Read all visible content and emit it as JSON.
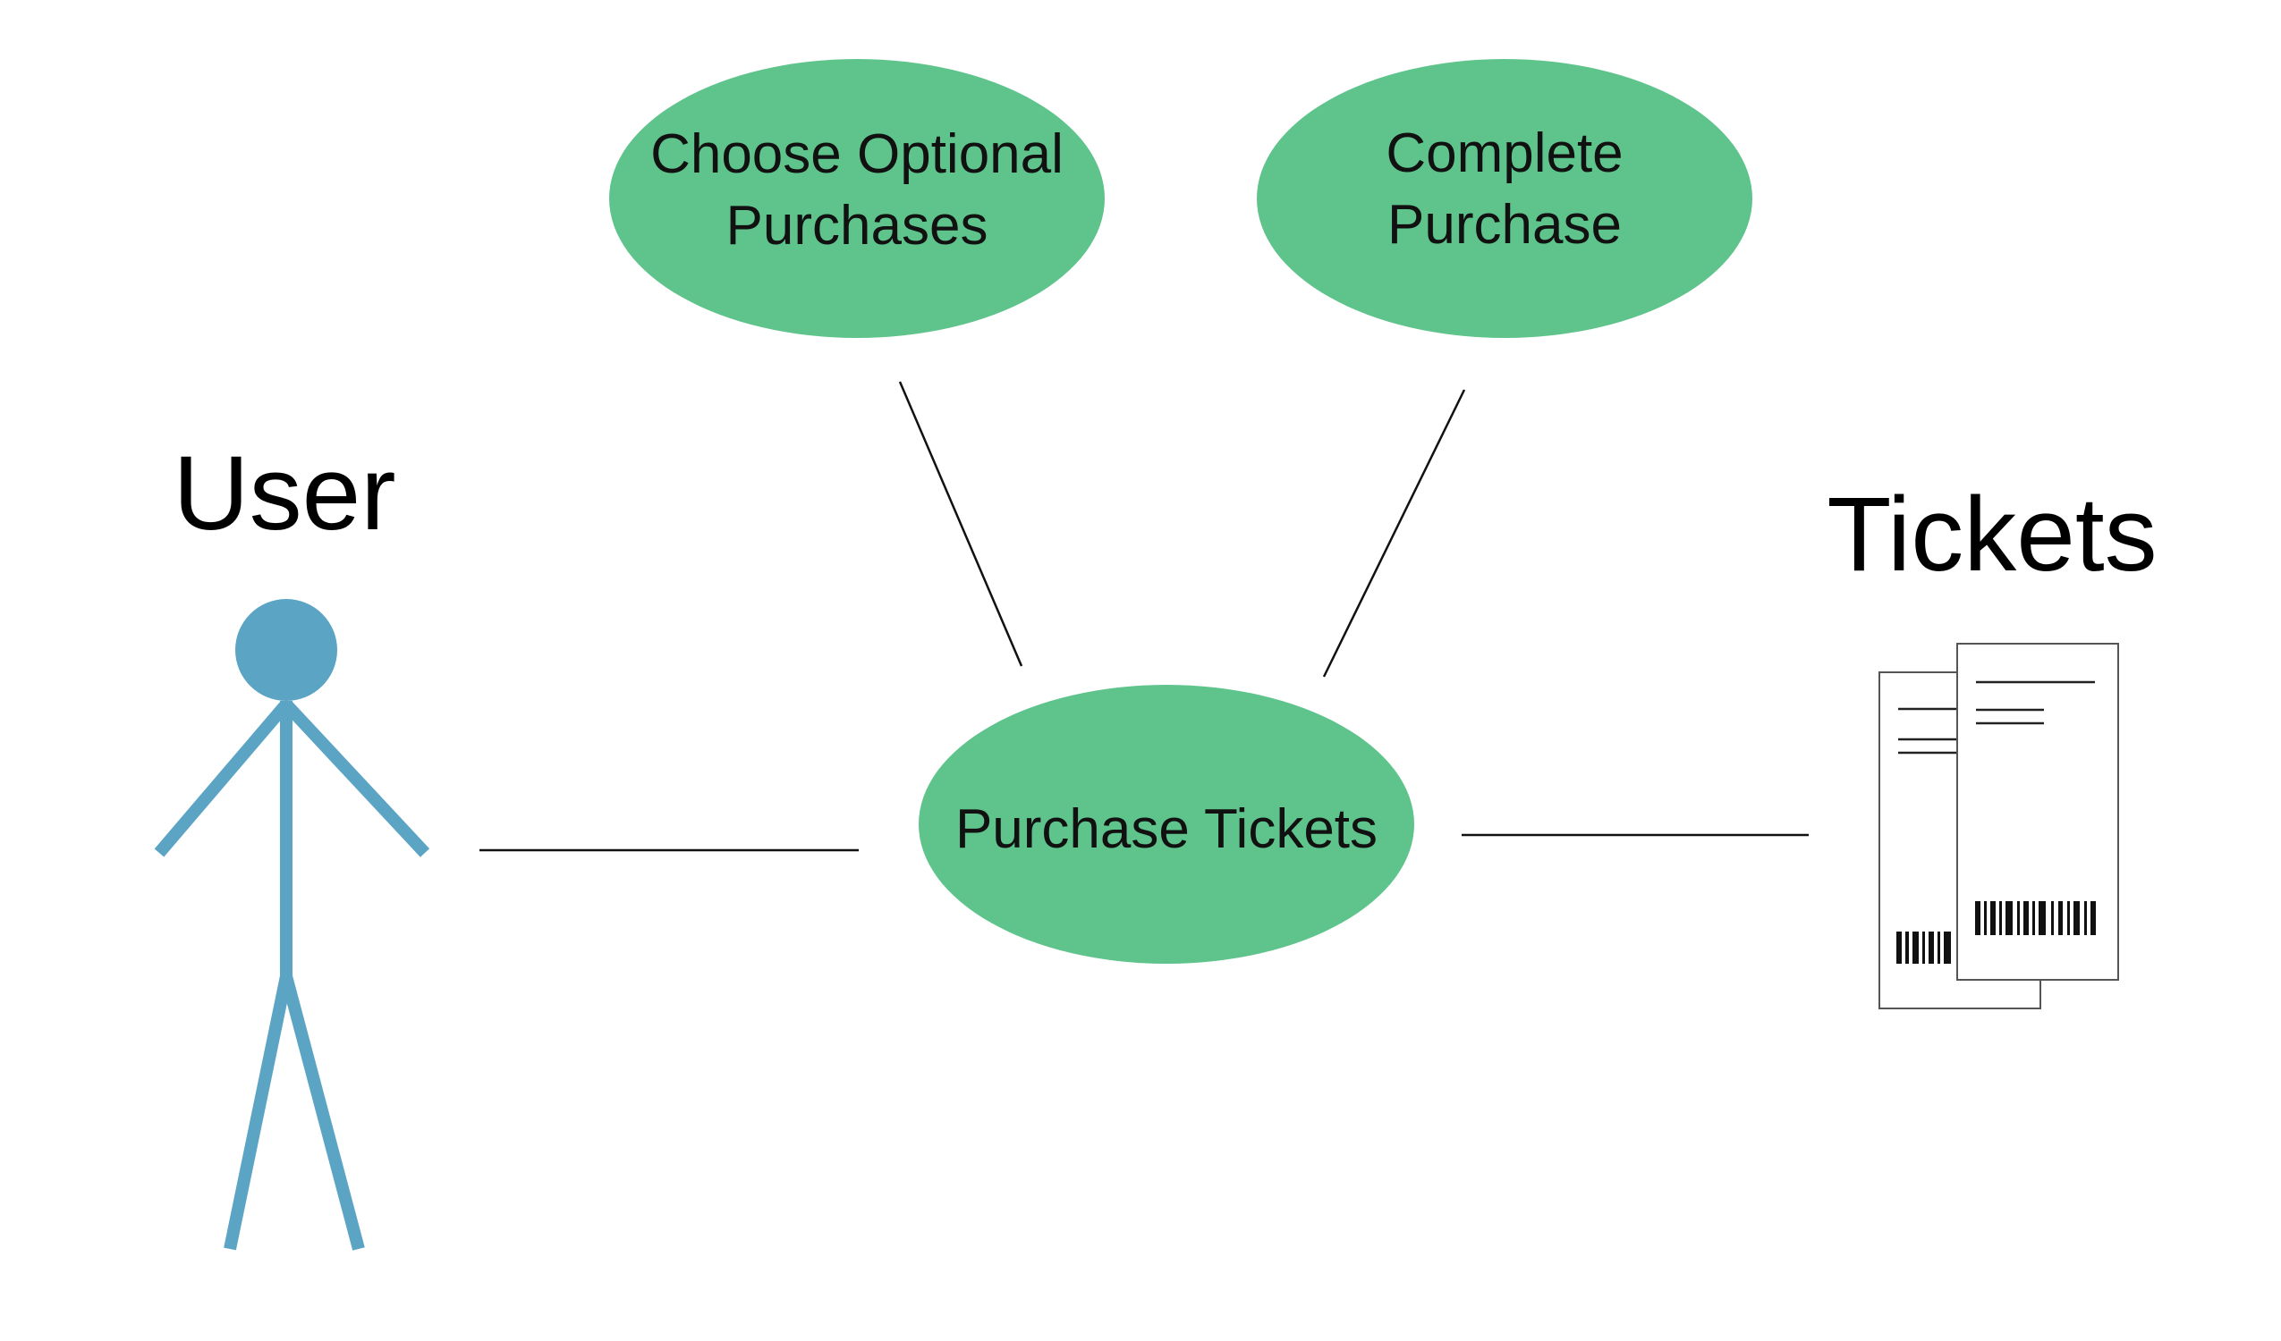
{
  "actors": {
    "user": {
      "label": "User"
    },
    "tickets": {
      "label": "Tickets"
    }
  },
  "use_cases": {
    "choose_optional": {
      "line1": "Choose Optional",
      "line2": "Purchases"
    },
    "complete_purchase": {
      "line1": "Complete",
      "line2": "Purchase"
    },
    "purchase_tickets": {
      "line1": "Purchase Tickets"
    }
  },
  "colors": {
    "use_case_fill": "#5FC48C",
    "actor_stroke": "#5BA4C4",
    "connector": "#111111",
    "ticket_border": "#555555",
    "ticket_lines": "#222222"
  },
  "icons": {
    "user": "stick-figure-icon",
    "tickets": "ticket-stack-icon"
  }
}
